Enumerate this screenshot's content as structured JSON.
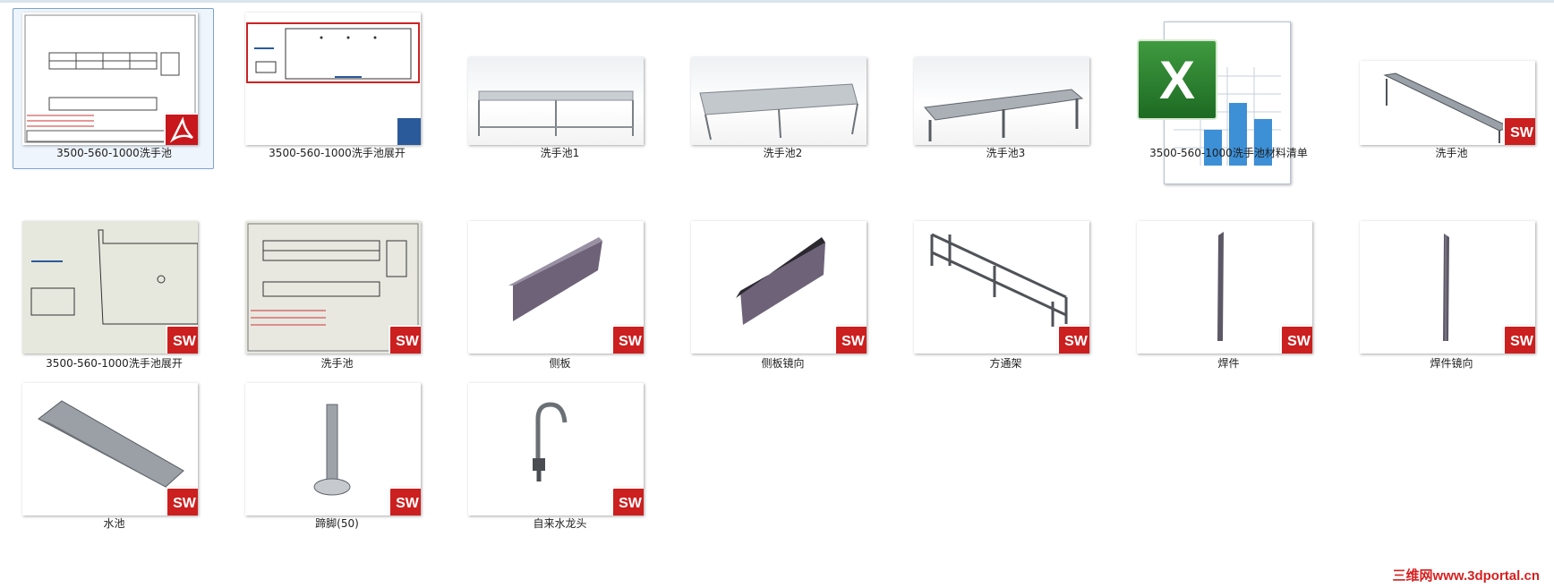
{
  "files": [
    {
      "label": "3500-560-1000洗手池",
      "type": "pdf",
      "icon": "pdf-drawing-icon"
    },
    {
      "label": "3500-560-1000洗手池展开",
      "type": "dft",
      "icon": "unfold-drawing-icon"
    },
    {
      "label": "洗手池1",
      "type": "jpg",
      "icon": "render-image-icon"
    },
    {
      "label": "洗手池2",
      "type": "jpg",
      "icon": "render-image-icon"
    },
    {
      "label": "洗手池3",
      "type": "jpg",
      "icon": "render-image-icon"
    },
    {
      "label": "3500-560-1000洗手池材料清单",
      "type": "xls",
      "icon": "excel-icon"
    },
    {
      "label": "洗手池",
      "type": "sldasm",
      "icon": "sink-assembly-icon"
    },
    {
      "label": "3500-560-1000洗手池展开",
      "type": "slddrw",
      "icon": "unfold-drawing-icon"
    },
    {
      "label": "洗手池",
      "type": "slddrw",
      "icon": "drawing-icon"
    },
    {
      "label": "侧板",
      "type": "sldprt",
      "icon": "side-panel-icon"
    },
    {
      "label": "侧板镜向",
      "type": "sldprt",
      "icon": "side-panel-icon"
    },
    {
      "label": "方通架",
      "type": "sldprt",
      "icon": "frame-icon"
    },
    {
      "label": "焊件",
      "type": "sldprt",
      "icon": "weldment-icon"
    },
    {
      "label": "焊件镜向",
      "type": "sldprt",
      "icon": "weldment-icon"
    },
    {
      "label": "水池",
      "type": "sldprt",
      "icon": "basin-icon"
    },
    {
      "label": "蹄脚(50)",
      "type": "sldprt",
      "icon": "foot-icon"
    },
    {
      "label": "自来水龙头",
      "type": "sldprt",
      "icon": "faucet-icon"
    }
  ],
  "badges": {
    "solidworks": "SW"
  },
  "watermark": "三维网www.3dportal.cn",
  "colors": {
    "selection": "#7da2ce",
    "sw_badge": "#cc1f1f",
    "pdf_badge": "#c8171c"
  }
}
